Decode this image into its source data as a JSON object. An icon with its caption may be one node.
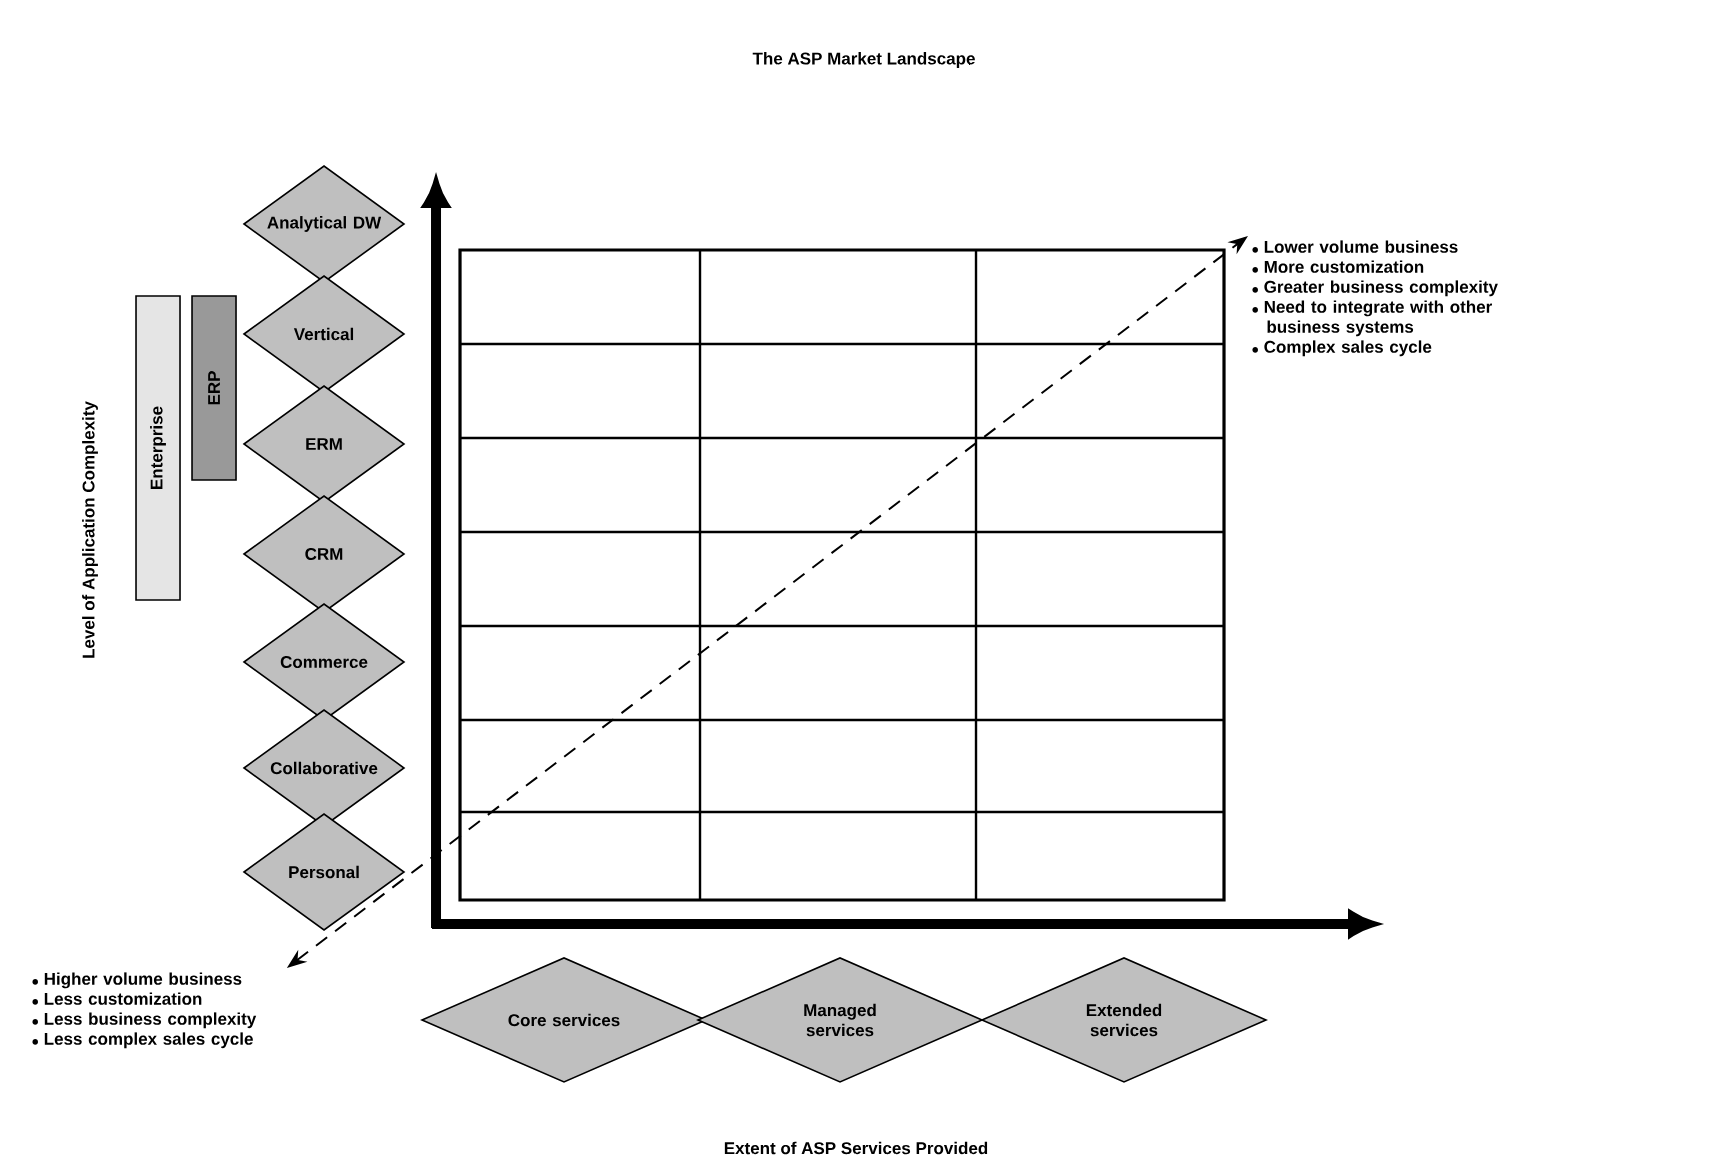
{
  "diagram": {
    "title": "The ASP Market Landscape",
    "nodes": [
      {
        "text": [
          "Analytical DW"
        ]
      },
      {
        "text": [
          "Vertical"
        ]
      },
      {
        "text": [
          "ERM"
        ]
      },
      {
        "text": [
          "CRM"
        ]
      },
      {
        "text": [
          "Commerce"
        ]
      },
      {
        "text": [
          "Collaborative"
        ]
      },
      {
        "text": [
          "Personal"
        ]
      },
      {
        "text": [
          "Enterprise"
        ]
      },
      {
        "text": [
          "ERP"
        ]
      },
      {
        "text": [
          "Lower volume business",
          "More customization",
          "Greater business complexity",
          "Need to integrate with other business systems",
          "Complex sales cycle"
        ]
      },
      {
        "text": [
          "Higher volume business",
          "Less customization",
          "Less business complexity",
          "Less complex sales cycle"
        ]
      },
      {
        "text": [
          "Core services"
        ]
      },
      {
        "text": [
          "Managed services"
        ]
      },
      {
        "text": [
          "Extended services"
        ]
      }
    ],
    "edges": [
      {
        "from": 10,
        "to": 9,
        "arrow": "both",
        "style": "dashed"
      }
    ],
    "labels": [
      "Level of Application Complexity",
      "Extent of ASP Services Provided"
    ]
  }
}
